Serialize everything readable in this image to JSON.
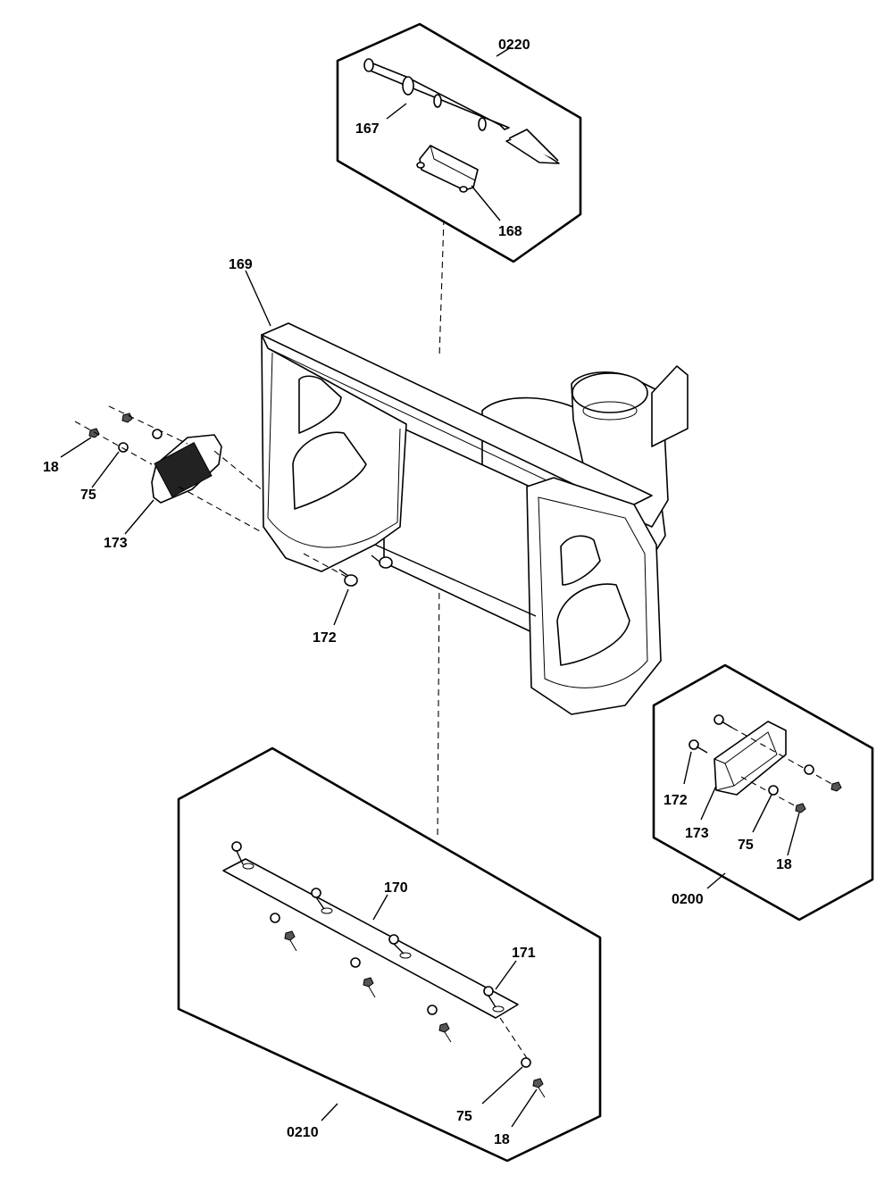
{
  "callouts": {
    "group_0220": {
      "box": "0220",
      "p167": "167",
      "p168": "168"
    },
    "housing": {
      "p169": "169"
    },
    "left_shoe": {
      "p18": "18",
      "p75": "75",
      "p173": "173",
      "p172": "172"
    },
    "group_0200": {
      "box": "0200",
      "p172": "172",
      "p173": "173",
      "p75": "75",
      "p18": "18"
    },
    "group_0210": {
      "box": "0210",
      "p170": "170",
      "p171": "171",
      "p75": "75",
      "p18": "18"
    }
  }
}
